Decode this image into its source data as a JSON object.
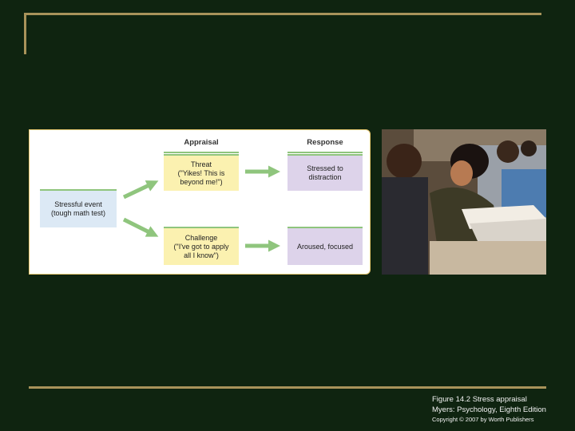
{
  "diagram": {
    "headers": {
      "appraisal": "Appraisal",
      "response": "Response"
    },
    "stressful_event": "Stressful event\n(tough math test)",
    "threat": "Threat\n(\"Yikes! This is\nbeyond me!\")",
    "challenge": "Challenge\n(\"I've got to apply\nall I know\")",
    "stressed": "Stressed to\ndistraction",
    "aroused": "Aroused, focused",
    "colors": {
      "event_box": "#dce9f5",
      "appraisal_box": "#fbf1b0",
      "response_box": "#ddd3ea",
      "arrow": "#8fc57d",
      "background": "#0f2410",
      "accent_rule": "#a8935a"
    }
  },
  "caption": {
    "line1": "Figure 14.2  Stress appraisal",
    "line2": "Myers: Psychology, Eighth Edition",
    "line3": "Copyright © 2007 by Worth Publishers"
  }
}
